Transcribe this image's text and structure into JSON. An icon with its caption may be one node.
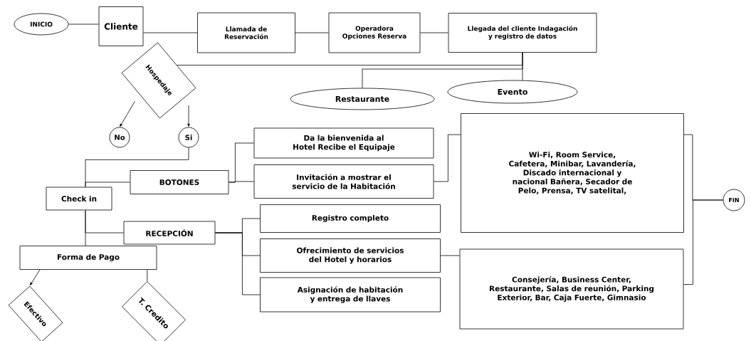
{
  "diagram": {
    "nodes": [
      {
        "text": [
          "INICIO"
        ]
      },
      {
        "text": [
          "Cliente"
        ]
      },
      {
        "text": [
          "Llamada de Reservación"
        ]
      },
      {
        "text": [
          "Operadora Opciones Reserva"
        ]
      },
      {
        "text": [
          "Llegada del cliente Indagación y registro de datos"
        ]
      },
      {
        "text": [
          "Hospedaje"
        ]
      },
      {
        "text": [
          "Restaurante"
        ]
      },
      {
        "text": [
          "Evento"
        ]
      },
      {
        "text": [
          "No"
        ]
      },
      {
        "text": [
          "Si"
        ]
      },
      {
        "text": [
          "Check in"
        ]
      },
      {
        "text": [
          "BOTONES"
        ]
      },
      {
        "text": [
          "Da la bienvenida al Hotel Recibe el Equipaje"
        ]
      },
      {
        "text": [
          "Invitación a mostrar el servicio de la Habitación"
        ]
      },
      {
        "text": [
          "Wi-Fi, Room Service, Cafetera, Minibar, Lavandería, Discado internacional y nacional Bañera, Secador de Pelo, Prensa, TV satelital,"
        ]
      },
      {
        "text": [
          "FIN"
        ]
      },
      {
        "text": [
          "RECEPCIÓN"
        ]
      },
      {
        "text": [
          "Registro completo"
        ]
      },
      {
        "text": [
          "Ofrecimiento de servicios del Hotel y horarios"
        ]
      },
      {
        "text": [
          "Asignación de habitación y entrega de llaves"
        ]
      },
      {
        "text": [
          "Consejería, Business Center, Restaurante, Salas de reunión, Parking Exterior, Bar, Caja Fuerte, Gimnasio"
        ]
      },
      {
        "text": [
          "Forma de Pago"
        ]
      },
      {
        "text": [
          "Efectivo"
        ]
      },
      {
        "text": [
          "T. Credito"
        ]
      }
    ],
    "edges": [
      {
        "from": 0,
        "to": 1,
        "arrow": "none"
      },
      {
        "from": 1,
        "to": 2,
        "arrow": "none"
      },
      {
        "from": 2,
        "to": 3,
        "arrow": "none"
      },
      {
        "from": 3,
        "to": 4,
        "arrow": "none"
      },
      {
        "from": 4,
        "to": 5,
        "arrow": "none"
      },
      {
        "from": 4,
        "to": 6,
        "arrow": "none"
      },
      {
        "from": 4,
        "to": 7,
        "arrow": "none"
      },
      {
        "from": 5,
        "to": 8,
        "arrow": "to"
      },
      {
        "from": 5,
        "to": 9,
        "arrow": "to"
      },
      {
        "from": 9,
        "to": 10,
        "arrow": "none"
      },
      {
        "from": 10,
        "to": 11,
        "arrow": "none"
      },
      {
        "from": 10,
        "to": 16,
        "arrow": "none"
      },
      {
        "from": 10,
        "to": 21,
        "arrow": "none"
      },
      {
        "from": 11,
        "to": 12,
        "arrow": "none"
      },
      {
        "from": 11,
        "to": 13,
        "arrow": "none"
      },
      {
        "from": 13,
        "to": 14,
        "arrow": "none"
      },
      {
        "from": 14,
        "to": 15,
        "arrow": "none"
      },
      {
        "from": 20,
        "to": 15,
        "arrow": "none"
      },
      {
        "from": 16,
        "to": 17,
        "arrow": "none"
      },
      {
        "from": 16,
        "to": 18,
        "arrow": "none"
      },
      {
        "from": 16,
        "to": 19,
        "arrow": "none"
      },
      {
        "from": 18,
        "to": 20,
        "arrow": "none"
      },
      {
        "from": 21,
        "to": 22,
        "arrow": "to"
      },
      {
        "from": 21,
        "to": 23,
        "arrow": "none"
      }
    ]
  }
}
